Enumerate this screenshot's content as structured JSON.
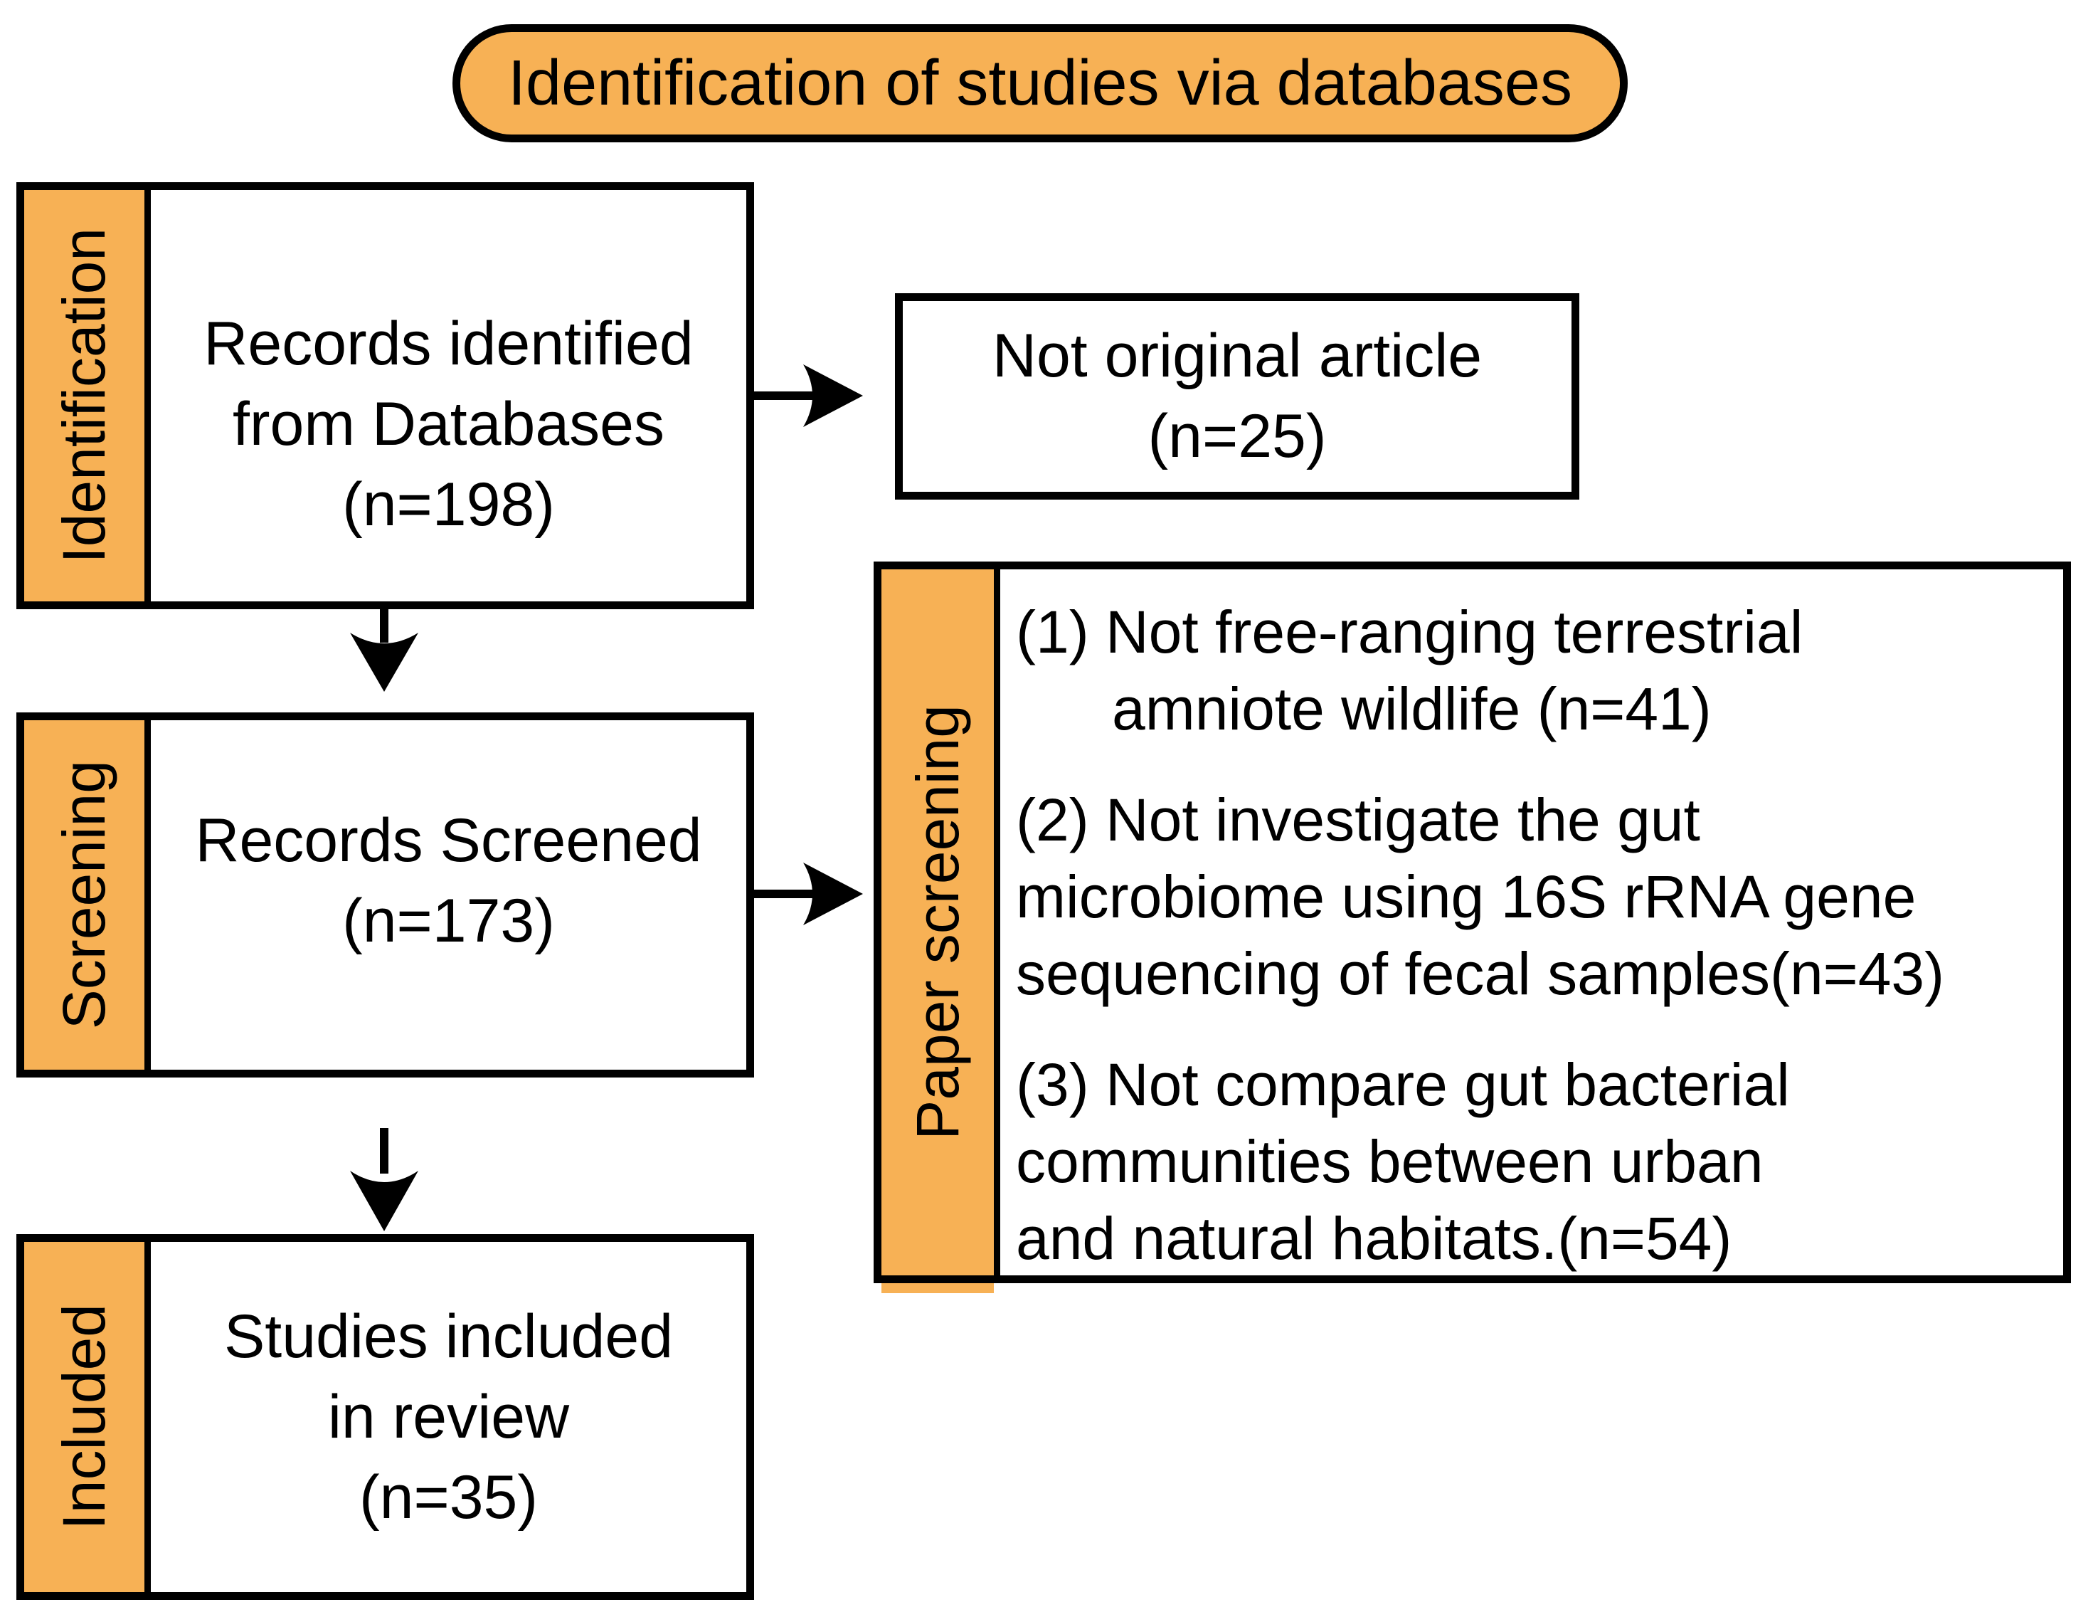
{
  "title": "Identification of studies via databases",
  "colors": {
    "accent_orange": "#F7B155",
    "outline_black": "#000000",
    "background_white": "#FFFFFF",
    "text_black": "#000000"
  },
  "flow": {
    "identification": {
      "stage_label": "Identification",
      "box_lines": [
        "Records identified",
        "from Databases",
        "(n=198)"
      ]
    },
    "not_original": {
      "box_lines": [
        "Not original article",
        "(n=25)"
      ]
    },
    "screening": {
      "stage_label": "Screening",
      "box_lines": [
        "Records Screened",
        "(n=173)"
      ]
    },
    "paper_screening": {
      "stage_label": "Paper screening",
      "exclusions": [
        {
          "lines": [
            "(1) Not free-ranging terrestrial",
            "amniote wildlife (n=41)"
          ]
        },
        {
          "lines": [
            "(2) Not investigate the gut",
            "microbiome using 16S rRNA gene",
            "sequencing of fecal samples(n=43)"
          ]
        },
        {
          "lines": [
            "(3) Not compare gut bacterial",
            "communities between urban",
            "and natural habitats.(n=54)"
          ]
        }
      ]
    },
    "included": {
      "stage_label": "Included",
      "box_lines": [
        "Studies included",
        "in review",
        "(n=35)"
      ]
    }
  }
}
